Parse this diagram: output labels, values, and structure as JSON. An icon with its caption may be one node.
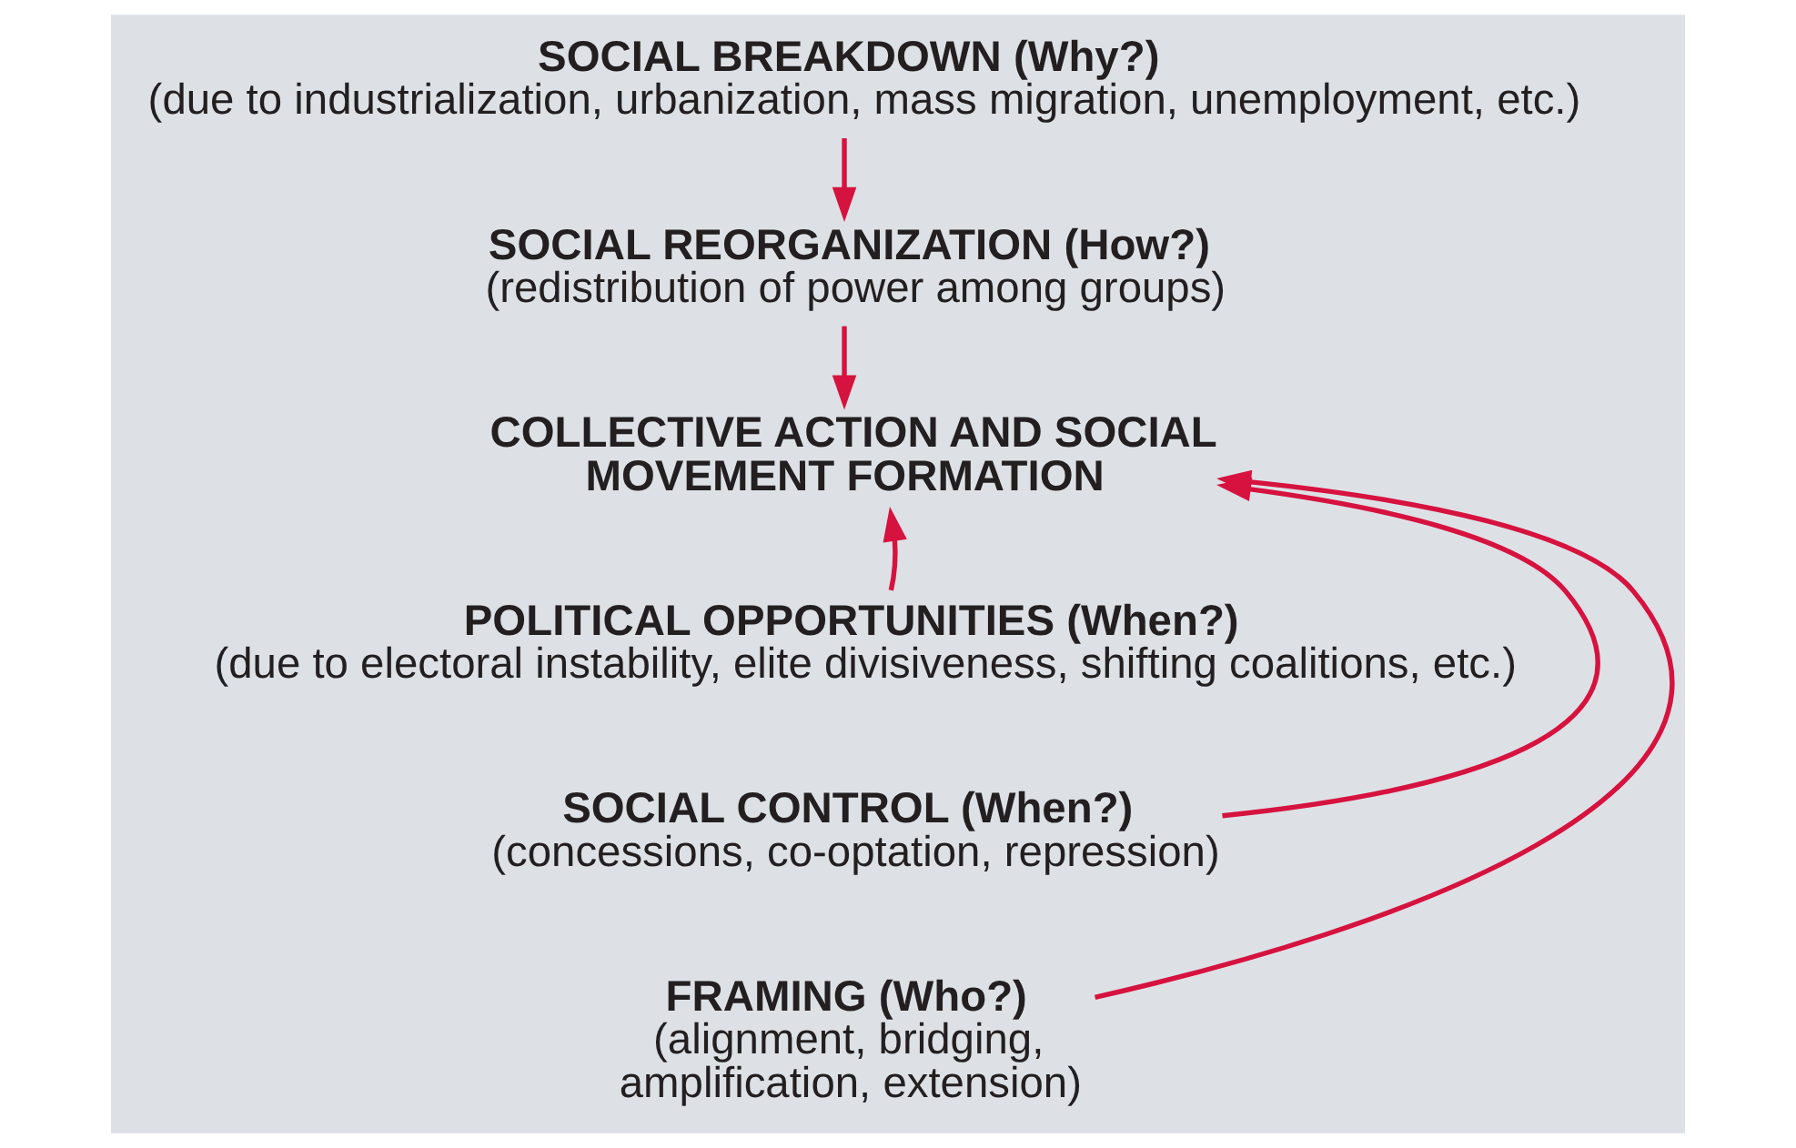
{
  "diagram": {
    "nodes": [
      {
        "text": [
          "SOCIAL BREAKDOWN (Why?)",
          "(due to industrialization, urbanization, mass migration, unemployment, etc.)"
        ]
      },
      {
        "text": [
          "SOCIAL REORGANIZATION (How?)",
          "(redistribution of power among groups)"
        ]
      },
      {
        "text": [
          "COLLECTIVE ACTION AND SOCIAL MOVEMENT FORMATION"
        ]
      },
      {
        "text": [
          "POLITICAL OPPORTUNITIES (When?)",
          "(due to electoral instability, elite divisiveness, shifting coalitions, etc.)"
        ]
      },
      {
        "text": [
          "SOCIAL CONTROL (When?)",
          "(concessions, co-optation, repression)"
        ]
      },
      {
        "text": [
          "FRAMING (Who?)",
          "(alignment, bridging, amplification, extension)"
        ]
      }
    ],
    "edges": [
      {
        "from": 0,
        "to": 1,
        "arrow": "to"
      },
      {
        "from": 1,
        "to": 2,
        "arrow": "to"
      },
      {
        "from": 5,
        "to": 2,
        "arrow": "to"
      },
      {
        "from": 3,
        "to": 2,
        "arrow": "to"
      },
      {
        "from": 4,
        "to": 2,
        "arrow": "to"
      }
    ]
  }
}
